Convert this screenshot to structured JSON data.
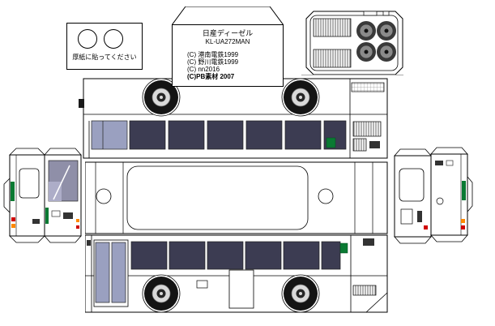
{
  "instruction_piece": {
    "note": "厚紙に貼ってください"
  },
  "title_piece": {
    "model_name": "日産ディーゼル",
    "model_code": "KL-UA272MAN",
    "credits": [
      "(C) 港南電鉄1999",
      "(C) 野川電鉄1999",
      "(C) nn2016",
      "(C)PB素材 2007"
    ]
  },
  "colors": {
    "body_white": "#ffffff",
    "outline_black": "#000000",
    "window_dark": "#3c3c52",
    "window_light": "#9aa0c0",
    "windshield_gray": "#8f8fa8",
    "accent_green": "#0a7a33",
    "signal_red": "#d00000",
    "signal_orange": "#ff8800",
    "tire_black": "#141414",
    "rim_gray": "#d9d9d9",
    "hatch_gray": "#666666"
  }
}
